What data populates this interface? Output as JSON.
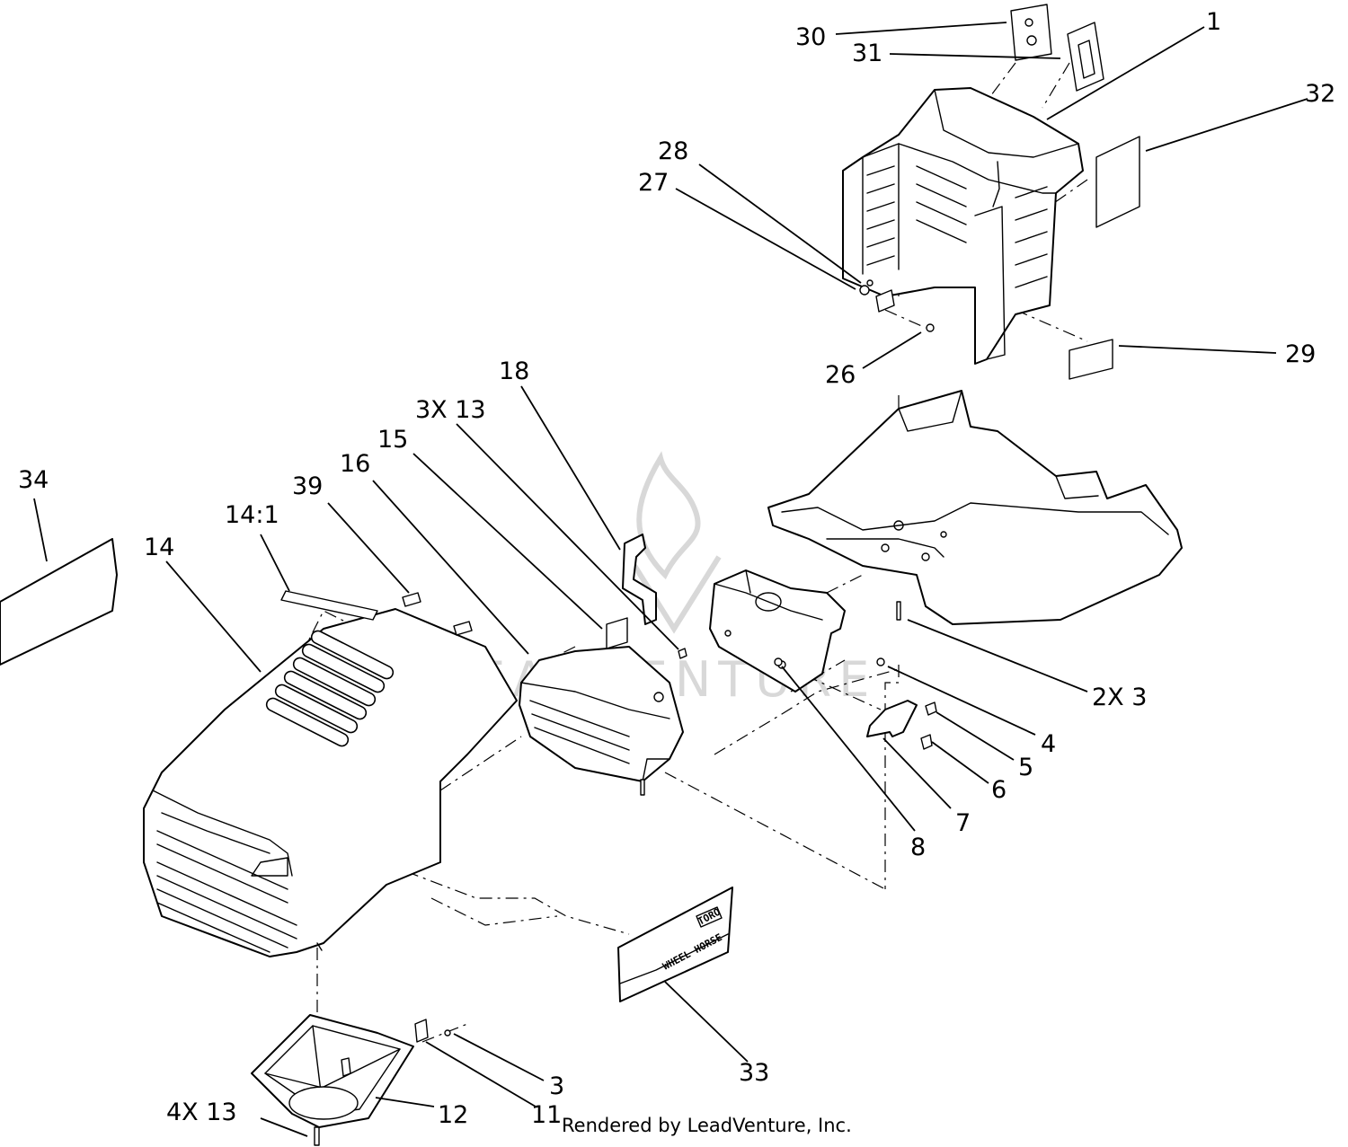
{
  "callouts": {
    "c1": "1",
    "c30": "30",
    "c31": "31",
    "c32": "32",
    "c28": "28",
    "c27": "27",
    "c26": "26",
    "c29": "29",
    "c18": "18",
    "c3x13": "3X 13",
    "c15": "15",
    "c16": "16",
    "c39": "39",
    "c14_1": "14:1",
    "c34": "34",
    "c14": "14",
    "c2x3": "2X 3",
    "c4": "4",
    "c5": "5",
    "c6": "6",
    "c7": "7",
    "c8": "8",
    "c33": "33",
    "c3": "3",
    "c11": "11",
    "c12": "12",
    "c4x13": "4X 13"
  },
  "decal": {
    "brand": "TORO",
    "name": "WHEEL HORSE"
  },
  "watermark": {
    "text": "LEADVENTURE"
  },
  "footer": {
    "credit": "Rendered by LeadVenture, Inc."
  }
}
